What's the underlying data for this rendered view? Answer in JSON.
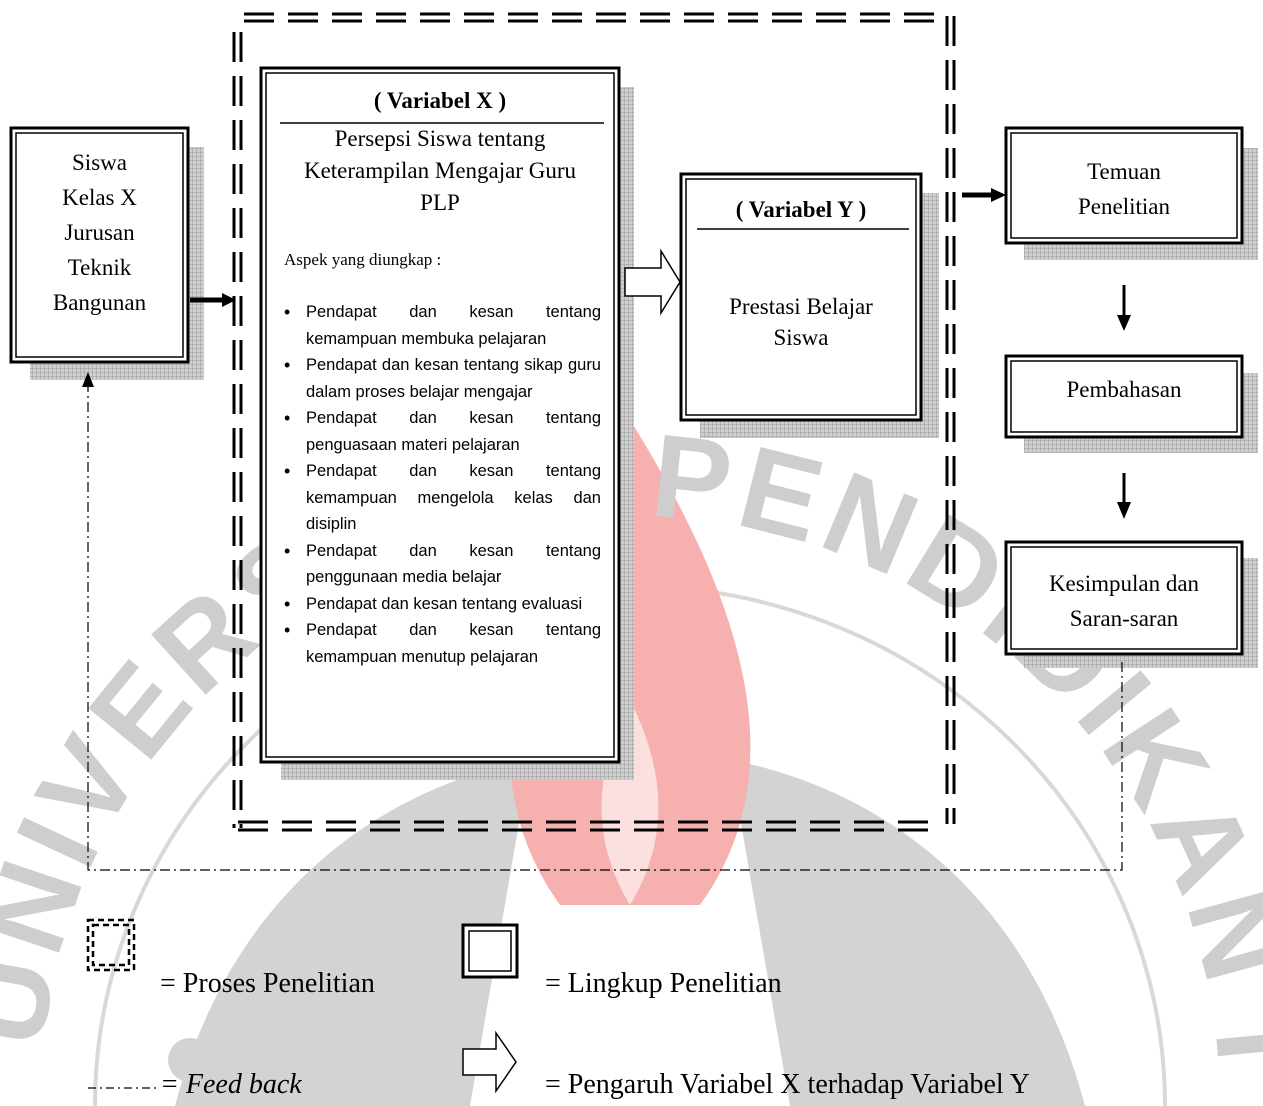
{
  "boxes": {
    "siswa": {
      "lines": [
        "Siswa",
        "Kelas X",
        "Jurusan",
        "Teknik",
        "Bangunan"
      ]
    },
    "variabel_x": {
      "heading": "( Variabel X )",
      "title_lines": [
        "Persepsi Siswa tentang",
        "Keterampilan Mengajar Guru",
        "PLP"
      ],
      "aspect_heading": "Aspek yang diungkap :",
      "aspects": [
        "Pendapat dan kesan tentang kemampuan membuka pelajaran",
        "Pendapat dan kesan tentang sikap guru dalam proses belajar mengajar",
        "Pendapat dan kesan tentang penguasaan materi pelajaran",
        "Pendapat dan kesan tentang kemampuan mengelola kelas dan disiplin",
        "Pendapat dan kesan tentang penggunaan media belajar",
        "Pendapat dan kesan tentang evaluasi",
        "Pendapat dan kesan tentang kemampuan menutup pelajaran"
      ]
    },
    "variabel_y": {
      "heading": "( Variabel Y )",
      "lines": [
        "Prestasi Belajar",
        "Siswa"
      ]
    },
    "temuan": {
      "lines": [
        "Temuan",
        "Penelitian"
      ]
    },
    "pembahasan": {
      "lines": [
        "Pembahasan"
      ]
    },
    "kesimpulan": {
      "lines": [
        "Kesimpulan dan",
        "Saran-saran"
      ]
    }
  },
  "legend": {
    "proses": "= Proses Penelitian",
    "lingkup": "= Lingkup Penelitian",
    "feedback": "= Feed back",
    "pengaruh": "= Pengaruh Variabel X terhadap Variabel Y"
  },
  "watermark": {
    "text": "UNIVERSITAS PENDIDIKAN INDONESIA",
    "arc_color": "#c8c8c8",
    "flame_color": "#f5b5b5"
  },
  "colors": {
    "shadow": "#b8b8b8",
    "line": "#000000"
  }
}
